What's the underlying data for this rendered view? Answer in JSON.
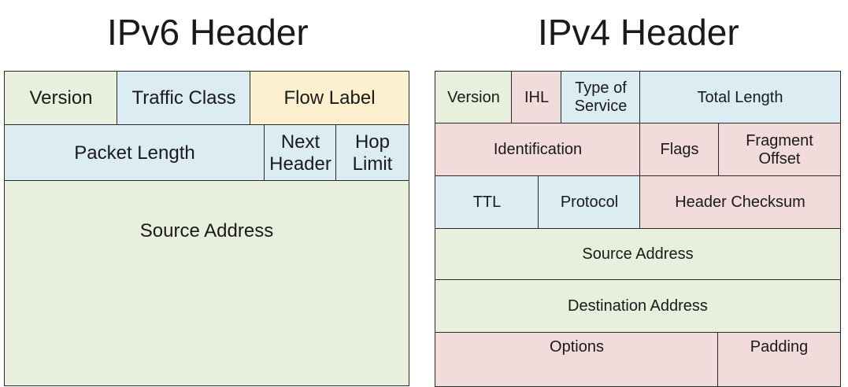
{
  "ipv6": {
    "title": "IPv6 Header",
    "fields": {
      "version": "Version",
      "traffic_class": "Traffic Class",
      "flow_label": "Flow Label",
      "packet_length": "Packet Length",
      "next_header": "Next\nHeader",
      "hop_limit": "Hop\nLimit",
      "source_address": "Source Address"
    }
  },
  "ipv4": {
    "title": "IPv4 Header",
    "fields": {
      "version": "Version",
      "ihl": "IHL",
      "type_of_service": "Type of\nService",
      "total_length": "Total Length",
      "identification": "Identification",
      "flags": "Flags",
      "fragment_offset": "Fragment\nOffset",
      "ttl": "TTL",
      "protocol": "Protocol",
      "header_checksum": "Header Checksum",
      "source_address": "Source Address",
      "destination_address": "Destination Address",
      "options": "Options",
      "padding": "Padding"
    }
  },
  "colors": {
    "green": "#e8efdc",
    "blue": "#dcecf3",
    "yellow": "#fdf0cf",
    "pink": "#f1dcdb",
    "border": "#2a2a2a"
  }
}
